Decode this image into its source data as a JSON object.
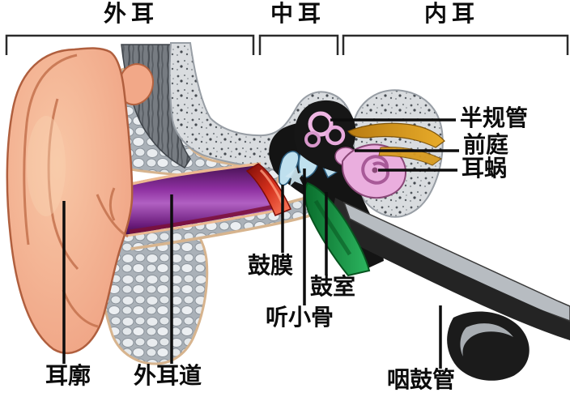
{
  "regions": [
    {
      "id": "outer-ear",
      "label": "外耳"
    },
    {
      "id": "middle-ear",
      "label": "中耳"
    },
    {
      "id": "inner-ear",
      "label": "内耳"
    }
  ],
  "parts": [
    {
      "id": "semicircular-canals",
      "label": "半规管"
    },
    {
      "id": "vestibule",
      "label": "前庭"
    },
    {
      "id": "cochlea",
      "label": "耳蜗"
    },
    {
      "id": "eardrum",
      "label": "鼓膜"
    },
    {
      "id": "tympanic-cavity",
      "label": "鼓室"
    },
    {
      "id": "ossicles",
      "label": "听小骨"
    },
    {
      "id": "auricle",
      "label": "耳廓"
    },
    {
      "id": "ear-canal",
      "label": "外耳道"
    },
    {
      "id": "eustachian-tube",
      "label": "咽鼓管"
    }
  ],
  "colors": {
    "background": "#ffffff",
    "line_black": "#1a1a1a",
    "skin": "#f0a687",
    "skin_outline": "#b05f3e",
    "bone_cobble": "#b4bac1",
    "bone_speckle": "#d9dcdf",
    "bone_edge_tan": "#d7b48e",
    "muscle_gray": "#777c82",
    "ear_canal_purple": "#8d2fa0",
    "eardrum_red": "#d5301c",
    "ossicle_blue": "#bfe0ee",
    "labyrinth_pink": "#eaaede",
    "eustachian_green": "#189a43",
    "nerve_gold": "#dd9f1f",
    "tube_dark": "#242424",
    "tube_silver": "#b7bcc1"
  }
}
